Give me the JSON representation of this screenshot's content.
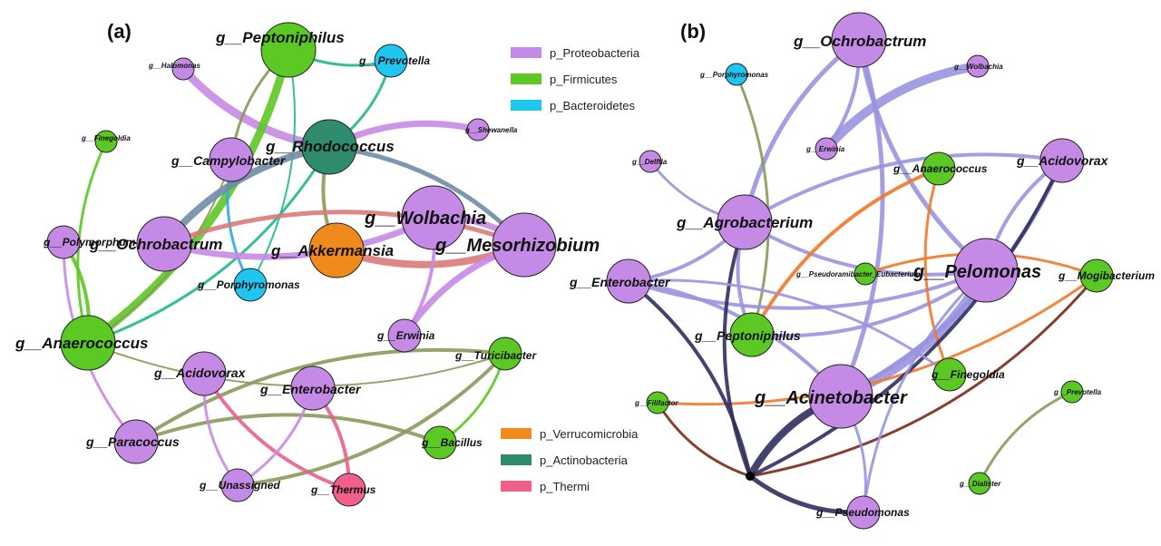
{
  "panels": [
    {
      "id": "a",
      "label": "(a)"
    },
    {
      "id": "b",
      "label": "(b)"
    }
  ],
  "legend": [
    {
      "key": "proteo",
      "label": "p_Proteobacteria",
      "color": "#c58ae6"
    },
    {
      "key": "firm",
      "label": "p_Firmicutes",
      "color": "#5cc824"
    },
    {
      "key": "bact",
      "label": "p_Bacteroidetes",
      "color": "#1fc6f0"
    },
    {
      "key": "verr",
      "label": "p_Verrucomicrobia",
      "color": "#f08a1c"
    },
    {
      "key": "actino",
      "label": "p_Actinobacteria",
      "color": "#2e8b6e"
    },
    {
      "key": "thermi",
      "label": "p_Thermi",
      "color": "#f0608a"
    }
  ],
  "nodes_a": [
    {
      "id": "a_pept",
      "label": "g__Peptoniphilus",
      "phylum": "firm",
      "size": "xl"
    },
    {
      "id": "a_prev",
      "label": "g__Prevotella",
      "phylum": "bact",
      "size": "m"
    },
    {
      "id": "a_halo",
      "label": "g__Halomonas",
      "phylum": "proteo",
      "size": "s"
    },
    {
      "id": "a_fine",
      "label": "g__Finegoldia",
      "phylum": "firm",
      "size": "s"
    },
    {
      "id": "a_rhodo",
      "label": "g__Rhodococcus",
      "phylum": "actino",
      "size": "xl"
    },
    {
      "id": "a_shew",
      "label": "g__Shewanella",
      "phylum": "proteo",
      "size": "s"
    },
    {
      "id": "a_campy",
      "label": "g__Campylobacter",
      "phylum": "proteo",
      "size": "l"
    },
    {
      "id": "a_wolb",
      "label": "g__Wolbachia",
      "phylum": "proteo",
      "size": "xxl"
    },
    {
      "id": "a_meso",
      "label": "g__Mesorhizobium",
      "phylum": "proteo",
      "size": "xxl"
    },
    {
      "id": "a_poly",
      "label": "g__Polymorphum",
      "phylum": "proteo",
      "size": "m"
    },
    {
      "id": "a_ochro",
      "label": "g__Ochrobactrum",
      "phylum": "proteo",
      "size": "xl"
    },
    {
      "id": "a_akker",
      "label": "g__Akkermansia",
      "phylum": "verr",
      "size": "xl"
    },
    {
      "id": "a_porph",
      "label": "g__Porphyromonas",
      "phylum": "bact",
      "size": "m"
    },
    {
      "id": "a_anaero",
      "label": "g__Anaerococcus",
      "phylum": "firm",
      "size": "xl"
    },
    {
      "id": "a_erw",
      "label": "g__Erwinia",
      "phylum": "proteo",
      "size": "m"
    },
    {
      "id": "a_turi",
      "label": "g__Turicibacter",
      "phylum": "firm",
      "size": "m"
    },
    {
      "id": "a_acido",
      "label": "g__Acidovorax",
      "phylum": "proteo",
      "size": "l"
    },
    {
      "id": "a_entero",
      "label": "g__Enterobacter",
      "phylum": "proteo",
      "size": "l"
    },
    {
      "id": "a_para",
      "label": "g__Paracoccus",
      "phylum": "proteo",
      "size": "l"
    },
    {
      "id": "a_bacil",
      "label": "g__Bacillus",
      "phylum": "firm",
      "size": "m"
    },
    {
      "id": "a_unas",
      "label": "g__Unassigned",
      "phylum": "proteo",
      "size": "m"
    },
    {
      "id": "a_therm",
      "label": "g__Thermus",
      "phylum": "thermi",
      "size": "m"
    }
  ],
  "nodes_b": [
    {
      "id": "b_ochro",
      "label": "g__Ochrobactrum",
      "phylum": "proteo",
      "size": "xl"
    },
    {
      "id": "b_porph",
      "label": "g__Porphyromonas",
      "phylum": "bact",
      "size": "s"
    },
    {
      "id": "b_wolb",
      "label": "g__Wolbachia",
      "phylum": "proteo",
      "size": "s"
    },
    {
      "id": "b_delf",
      "label": "g__Delftia",
      "phylum": "proteo",
      "size": "s"
    },
    {
      "id": "b_erw",
      "label": "g__Erwinia",
      "phylum": "proteo",
      "size": "s"
    },
    {
      "id": "b_anaero",
      "label": "g__Anaerococcus",
      "phylum": "firm",
      "size": "m"
    },
    {
      "id": "b_acido",
      "label": "g__Acidovorax",
      "phylum": "proteo",
      "size": "l"
    },
    {
      "id": "b_agro",
      "label": "g__Agrobacterium",
      "phylum": "proteo",
      "size": "xl"
    },
    {
      "id": "b_pseudor",
      "label": "g__Pseudoramibacter_Eubacterium",
      "phylum": "firm",
      "size": "s"
    },
    {
      "id": "b_pelo",
      "label": "g__Pelomonas",
      "phylum": "proteo",
      "size": "xxl"
    },
    {
      "id": "b_mogi",
      "label": "g__Mogibacterium",
      "phylum": "firm",
      "size": "m"
    },
    {
      "id": "b_entero",
      "label": "g__Enterobacter",
      "phylum": "proteo",
      "size": "l"
    },
    {
      "id": "b_pept",
      "label": "g__Peptoniphilus",
      "phylum": "firm",
      "size": "l"
    },
    {
      "id": "b_acin",
      "label": "g__Acinetobacter",
      "phylum": "proteo",
      "size": "xxl"
    },
    {
      "id": "b_fine",
      "label": "g__Finegoldia",
      "phylum": "firm",
      "size": "m"
    },
    {
      "id": "b_fili",
      "label": "g__Filifactor",
      "phylum": "firm",
      "size": "s"
    },
    {
      "id": "b_prev",
      "label": "g__Prevotella",
      "phylum": "firm",
      "size": "s"
    },
    {
      "id": "b_dial",
      "label": "g__Dialister",
      "phylum": "firm",
      "size": "s"
    },
    {
      "id": "b_pseudo",
      "label": "g__Pseudomonas",
      "phylum": "proteo",
      "size": "m"
    }
  ],
  "edges_a": [
    [
      "a_halo",
      "a_rhodo",
      "proteo",
      9
    ],
    [
      "a_rhodo",
      "a_shew",
      "proteo",
      7
    ],
    [
      "a_pept",
      "a_prev",
      "teal",
      3
    ],
    [
      "a_pept",
      "a_anaero",
      "firm",
      9
    ],
    [
      "a_pept",
      "a_campy",
      "olive",
      3
    ],
    [
      "a_prev",
      "a_rhodo",
      "teal",
      3
    ],
    [
      "a_fine",
      "a_anaero",
      "firm",
      3
    ],
    [
      "a_poly",
      "a_anaero",
      "firm",
      4
    ],
    [
      "a_poly",
      "a_para",
      "proteo",
      3
    ],
    [
      "a_campy",
      "a_anaero",
      "olive",
      2
    ],
    [
      "a_campy",
      "a_porph",
      "blue",
      3
    ],
    [
      "a_pept",
      "a_porph",
      "teal",
      2
    ],
    [
      "a_rhodo",
      "a_ochro",
      "slate",
      8
    ],
    [
      "a_rhodo",
      "a_meso",
      "slate",
      5
    ],
    [
      "a_rhodo",
      "a_akker",
      "olive",
      4
    ],
    [
      "a_rhodo",
      "a_anaero",
      "teal",
      3
    ],
    [
      "a_ochro",
      "a_wolb",
      "proteo",
      7
    ],
    [
      "a_ochro",
      "a_meso",
      "salmon",
      5
    ],
    [
      "a_akker",
      "a_meso",
      "salmon",
      8
    ],
    [
      "a_wolb",
      "a_meso",
      "proteo",
      7
    ],
    [
      "a_meso",
      "a_erw",
      "proteo",
      7
    ],
    [
      "a_wolb",
      "a_erw",
      "proteo",
      4
    ],
    [
      "a_anaero",
      "a_turi",
      "olive",
      2
    ],
    [
      "a_turi",
      "a_unas",
      "olive",
      4
    ],
    [
      "a_turi",
      "a_para",
      "olive",
      4
    ],
    [
      "a_para",
      "a_bacil",
      "olive",
      4
    ],
    [
      "a_acido",
      "a_therm",
      "thermi",
      4
    ],
    [
      "a_entero",
      "a_therm",
      "thermi",
      4
    ],
    [
      "a_acido",
      "a_unas",
      "proteo",
      3
    ],
    [
      "a_entero",
      "a_unas",
      "proteo",
      3
    ],
    [
      "a_bacil",
      "a_turi",
      "firm",
      3
    ]
  ],
  "edges_b": [
    [
      "b_ochro",
      "b_agro",
      "lav",
      5
    ],
    [
      "b_ochro",
      "b_acin",
      "lav",
      5
    ],
    [
      "b_ochro",
      "b_pelo",
      "lav",
      5
    ],
    [
      "b_ochro",
      "b_erw",
      "lav",
      4
    ],
    [
      "b_wolb",
      "b_erw",
      "lav",
      10
    ],
    [
      "b_porph",
      "b_pept",
      "olive",
      3
    ],
    [
      "b_delf",
      "b_agro",
      "lav",
      3
    ],
    [
      "b_agro",
      "b_acido",
      "lav",
      4
    ],
    [
      "b_agro",
      "b_pelo",
      "lav",
      4
    ],
    [
      "b_agro",
      "b_entero",
      "lav",
      4
    ],
    [
      "b_agro",
      "b_pept",
      "lav",
      4
    ],
    [
      "b_acido",
      "b_acin",
      "lav",
      5
    ],
    [
      "b_acido",
      "b_pelo",
      "lav",
      4
    ],
    [
      "b_pelo",
      "b_acin",
      "lav",
      10
    ],
    [
      "b_entero",
      "b_pelo",
      "lav",
      4
    ],
    [
      "b_entero",
      "b_acin",
      "lav",
      4
    ],
    [
      "b_pept",
      "b_pelo",
      "lav",
      4
    ],
    [
      "b_pept",
      "b_anaero",
      "orange",
      4
    ],
    [
      "b_anaero",
      "b_fine",
      "orange",
      3
    ],
    [
      "b_pseudor",
      "b_mogi",
      "orange",
      3
    ],
    [
      "b_fili",
      "b_mogi",
      "orange",
      3
    ],
    [
      "b_entero",
      "b_hub",
      "navy",
      4
    ],
    [
      "b_agro",
      "b_hub",
      "navy",
      4
    ],
    [
      "b_acido",
      "b_hub",
      "navy",
      4
    ],
    [
      "b_fili",
      "b_hub",
      "brown",
      3
    ],
    [
      "b_mogi",
      "b_hub",
      "brown",
      3
    ],
    [
      "b_acin",
      "b_hub",
      "navy",
      8
    ],
    [
      "b_pseudo",
      "b_hub",
      "navy",
      5
    ],
    [
      "b_pelo",
      "b_pseudo",
      "lav",
      3
    ],
    [
      "b_acin",
      "b_pseudo",
      "lav",
      3
    ],
    [
      "b_prev",
      "b_dial",
      "olive",
      3
    ],
    [
      "b_entero",
      "b_fine",
      "lav",
      3
    ]
  ]
}
